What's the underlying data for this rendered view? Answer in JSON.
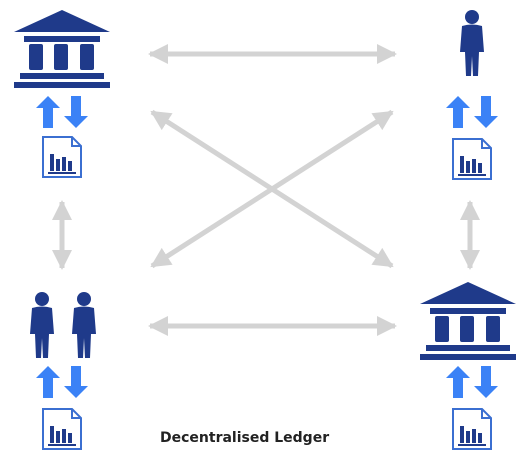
{
  "caption": "Decentralised Ledger",
  "colors": {
    "primary": "#1f3a8a",
    "accent": "#3b82f6",
    "arrow": "#d3d3d3",
    "doc_border": "#3b6fd1"
  },
  "nodes": [
    {
      "id": "top-left",
      "icon": "bank-icon"
    },
    {
      "id": "top-right",
      "icon": "person-icon"
    },
    {
      "id": "bottom-left",
      "icon": "two-people-icon"
    },
    {
      "id": "bottom-right",
      "icon": "bank-icon"
    }
  ]
}
